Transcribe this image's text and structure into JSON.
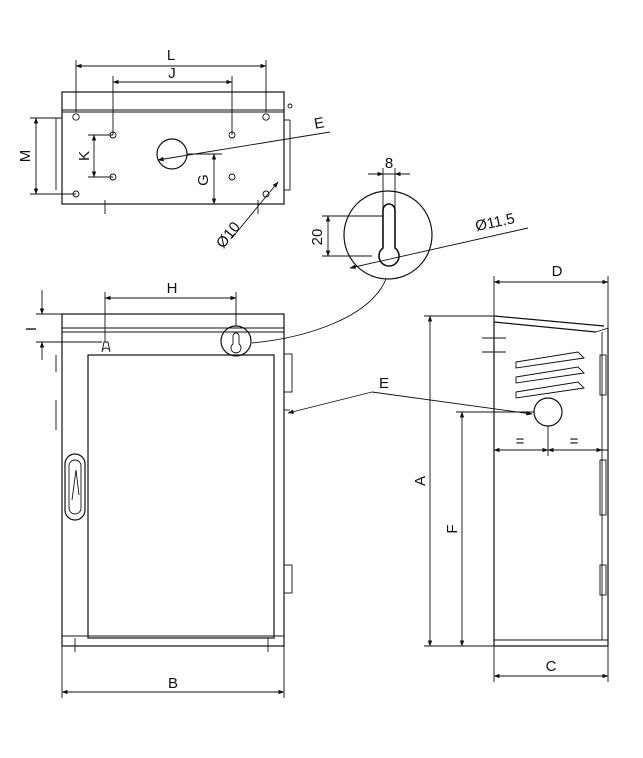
{
  "labels": {
    "L": "L",
    "J": "J",
    "E_top": "E",
    "M": "M",
    "K": "K",
    "G": "G",
    "d10": "Ø10",
    "d8": "8",
    "d20": "20",
    "d115": "Ø11.5",
    "D": "D",
    "H": "H",
    "I": "I",
    "E_mid": "E",
    "eq1": "=",
    "eq2": "=",
    "A": "A",
    "F": "F",
    "B": "B",
    "C": "C"
  }
}
